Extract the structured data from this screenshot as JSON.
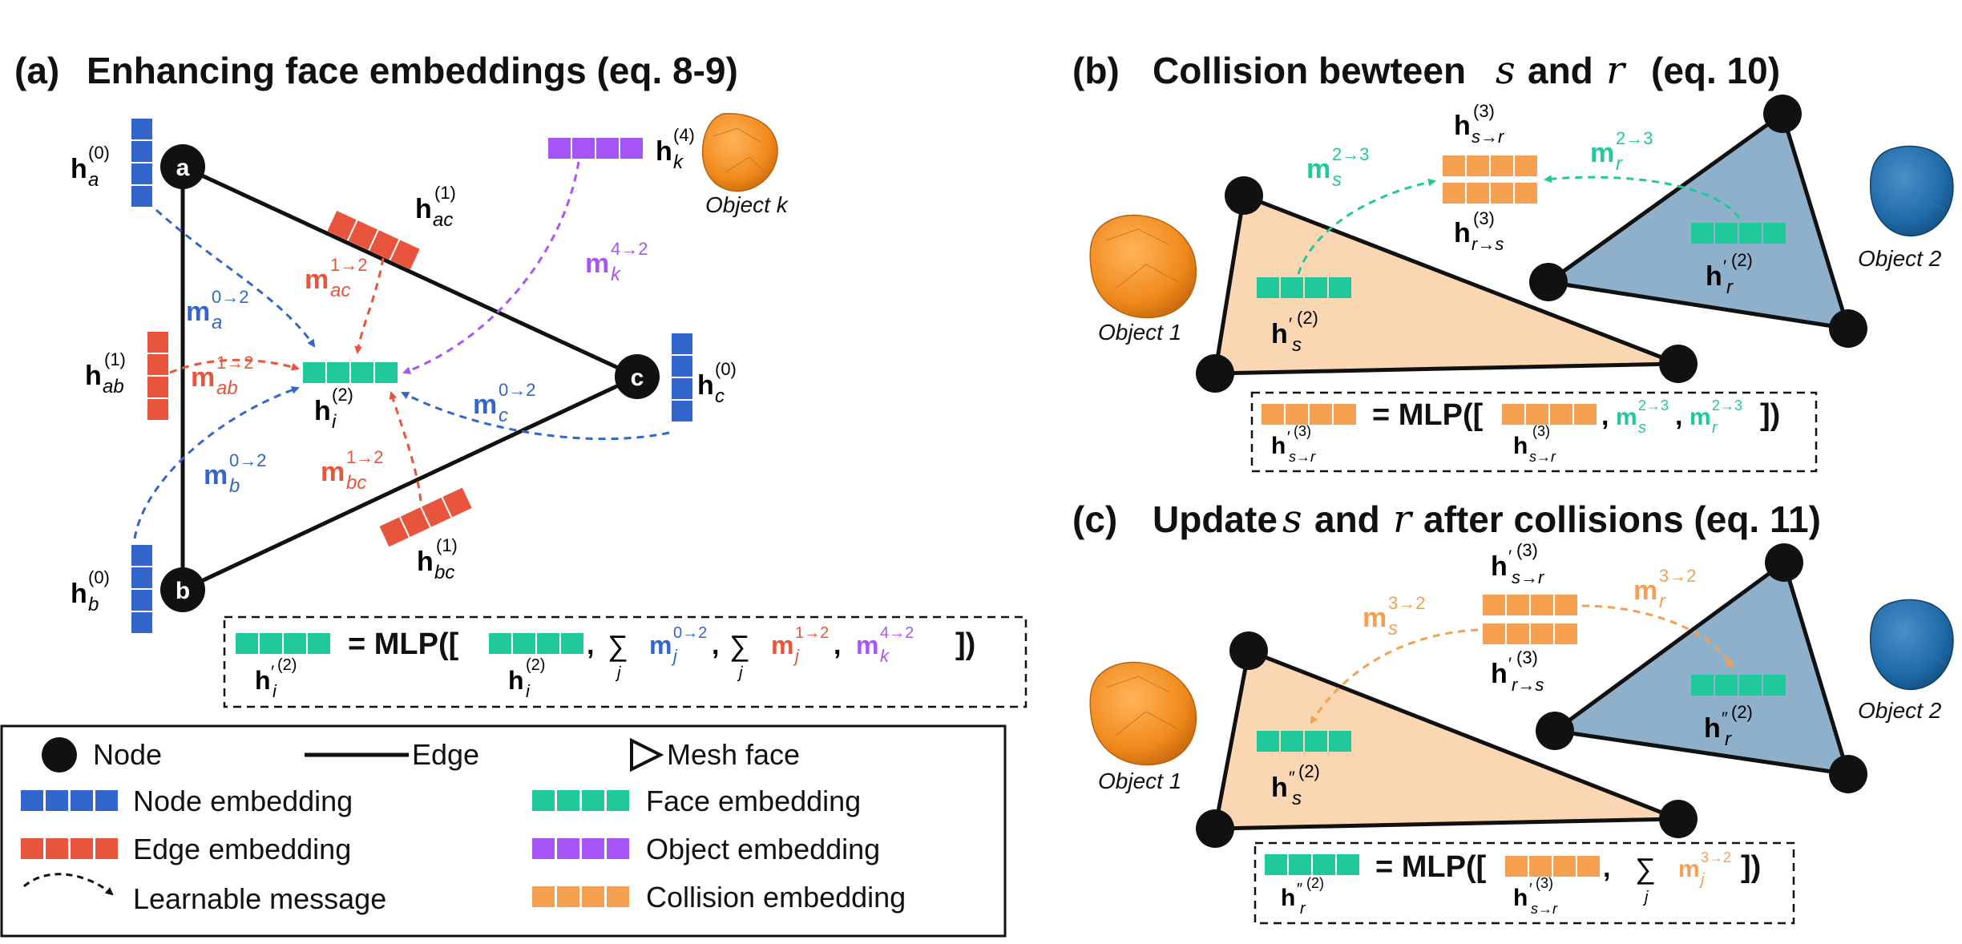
{
  "colors": {
    "node": "#3366cc",
    "edge": "#e8553c",
    "face": "#1fc99a",
    "object": "#a855f7",
    "collision": "#f5a051",
    "tri_orange": "#fad7b2",
    "tri_blue": "#8fb0cb"
  },
  "panel_a": {
    "prefix": "(a)",
    "title": "Enhancing face embeddings (eq. 8-9)",
    "node_a": "a",
    "node_b": "b",
    "node_c": "c",
    "object_k": "Object k",
    "formula_eq": "= MLP([",
    "formula_end": "])"
  },
  "panel_b": {
    "prefix": "(b)",
    "title_1": "Collision bewteen",
    "title_s": "s",
    "title_and": "and",
    "title_r": "r",
    "title_2": "(eq. 10)",
    "object_1": "Object 1",
    "object_2": "Object 2",
    "formula_eq": "= MLP([",
    "formula_end": "])"
  },
  "panel_c": {
    "prefix": "(c)",
    "title_1": "Update",
    "title_s": "s",
    "title_and": "and",
    "title_r": "r",
    "title_2": "after collisions (eq. 11)",
    "object_1": "Object 1",
    "object_2": "Object 2",
    "formula_eq": "= MLP([",
    "formula_end": "])"
  },
  "legend": {
    "node": "Node",
    "edge": "Edge",
    "mesh_face": "Mesh face",
    "node_embedding": "Node embedding",
    "face_embedding": "Face embedding",
    "edge_embedding": "Edge embedding",
    "object_embedding": "Object embedding",
    "learnable_message": "Learnable message",
    "collision_embedding": "Collision embedding"
  },
  "icons": [
    "node-circle-icon",
    "edge-line-icon",
    "mesh-face-triangle-icon",
    "dashed-arrow-icon",
    "object-blob-icon"
  ]
}
